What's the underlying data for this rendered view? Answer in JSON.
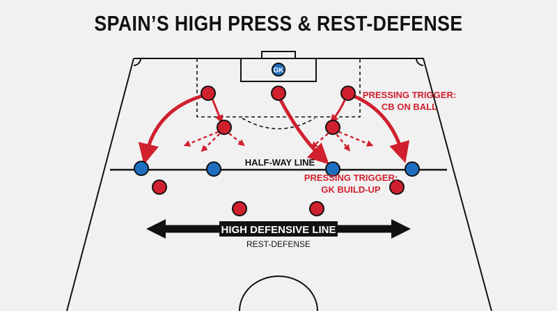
{
  "title": "SPAIN’S HIGH PRESS & REST-DEFENSE",
  "labels": {
    "halfway": "HALF-WAY LINE",
    "gk": "GK",
    "trigger_cb_line1": "PRESSING TRIGGER:",
    "trigger_cb_line2": "CB ON BALL",
    "trigger_gk_line1": "PRESSING TRIGGER:",
    "trigger_gk_line2": "GK BUILD-UP",
    "defensive_line": "HIGH DEFENSIVE LINE",
    "rest_defense": "REST-DEFENSE"
  },
  "colors": {
    "attacker_red": "#d0202e",
    "defender_blue": "#1f6fc1",
    "ink": "#111111",
    "pitch_bg": "#f1f1f1"
  }
}
